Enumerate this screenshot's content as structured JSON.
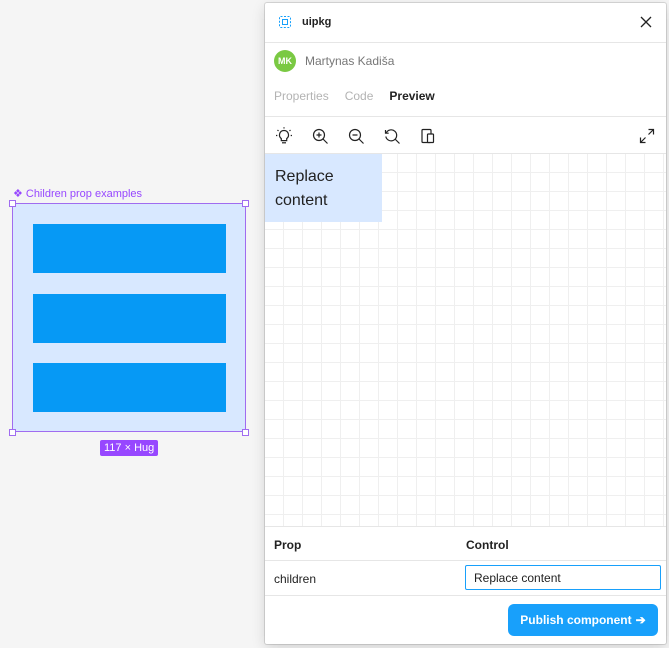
{
  "canvas": {
    "component_label": "Children prop examples",
    "component_icon": "component-icon",
    "size_badge": "117 × Hug",
    "colors": {
      "frame": "#d8e8ff",
      "rect": "#0699f5",
      "selection": "#9747ff"
    }
  },
  "plugin": {
    "title": "uipkg",
    "app_icon": "uipkg-logo-icon",
    "close_icon": "close-icon",
    "user": {
      "initials": "MK",
      "name": "Martynas Kadiša"
    },
    "tabs": [
      {
        "label": "Properties",
        "active": false
      },
      {
        "label": "Code",
        "active": false
      },
      {
        "label": "Preview",
        "active": true
      }
    ],
    "toolbar": [
      "lightbulb-icon",
      "zoom-in-icon",
      "zoom-out-icon",
      "zoom-reset-icon",
      "device-icon",
      "expand-icon"
    ],
    "preview": {
      "content": "Replace content"
    },
    "props_table": {
      "headers": [
        "Prop",
        "Control"
      ],
      "rows": [
        {
          "prop": "children",
          "value": "Replace content"
        }
      ]
    },
    "publish_label": "Publish component",
    "publish_icon": "arrow-right-icon",
    "colors": {
      "accent": "#18a0fb",
      "avatar": "#7ac943"
    }
  }
}
